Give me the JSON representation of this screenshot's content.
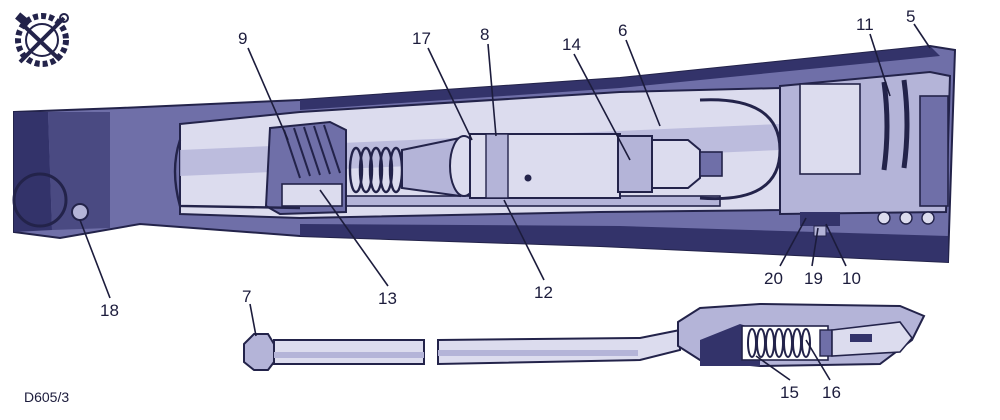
{
  "figure_ref": "D605/3",
  "colors": {
    "ink": "#23234a",
    "dark": "#33336a",
    "mid": "#6f6fa8",
    "light": "#b4b4d8",
    "pale": "#dcdcee",
    "paper": "#ffffff"
  },
  "callouts": [
    {
      "id": "c9",
      "label": "9"
    },
    {
      "id": "c17",
      "label": "17"
    },
    {
      "id": "c8",
      "label": "8"
    },
    {
      "id": "c14",
      "label": "14"
    },
    {
      "id": "c6",
      "label": "6"
    },
    {
      "id": "c11",
      "label": "11"
    },
    {
      "id": "c5",
      "label": "5"
    },
    {
      "id": "c18",
      "label": "18"
    },
    {
      "id": "c13",
      "label": "13"
    },
    {
      "id": "c12",
      "label": "12"
    },
    {
      "id": "c20",
      "label": "20"
    },
    {
      "id": "c19",
      "label": "19"
    },
    {
      "id": "c10",
      "label": "10"
    },
    {
      "id": "c7",
      "label": "7"
    },
    {
      "id": "c15",
      "label": "15"
    },
    {
      "id": "c16",
      "label": "16"
    }
  ]
}
